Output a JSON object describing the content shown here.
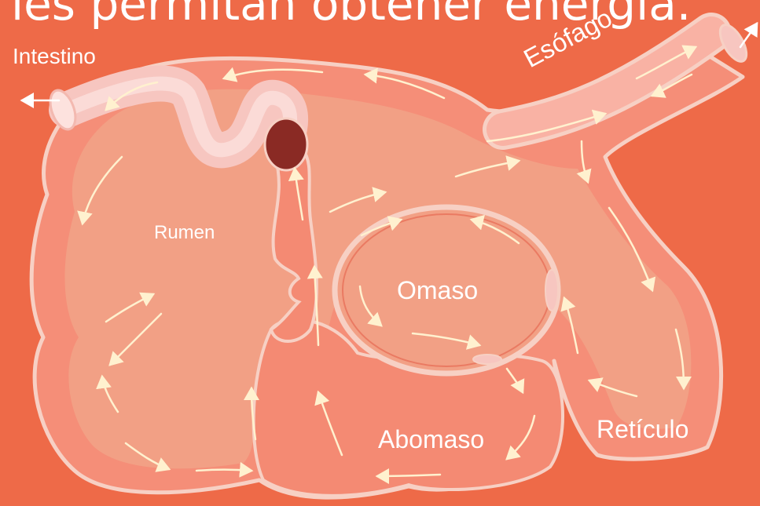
{
  "headline": "les permitan obtener energía.",
  "labels": {
    "intestino": "Intestino",
    "esofago": "Esófago",
    "rumen": "Rumen",
    "omaso": "Omaso",
    "abomaso": "Abomaso",
    "reticulo": "Retículo"
  },
  "colors": {
    "background": "#ee6a48",
    "organ_wall": "#f58e78",
    "organ_inner": "#f2a085",
    "organ_outline": "#f7d0c4",
    "tube": "#f7c6c0",
    "tube_highlight": "#fbe0dc",
    "sphincter": "#8a2a24",
    "flow_arrow": "#fff1cf",
    "text": "#ffffff"
  }
}
